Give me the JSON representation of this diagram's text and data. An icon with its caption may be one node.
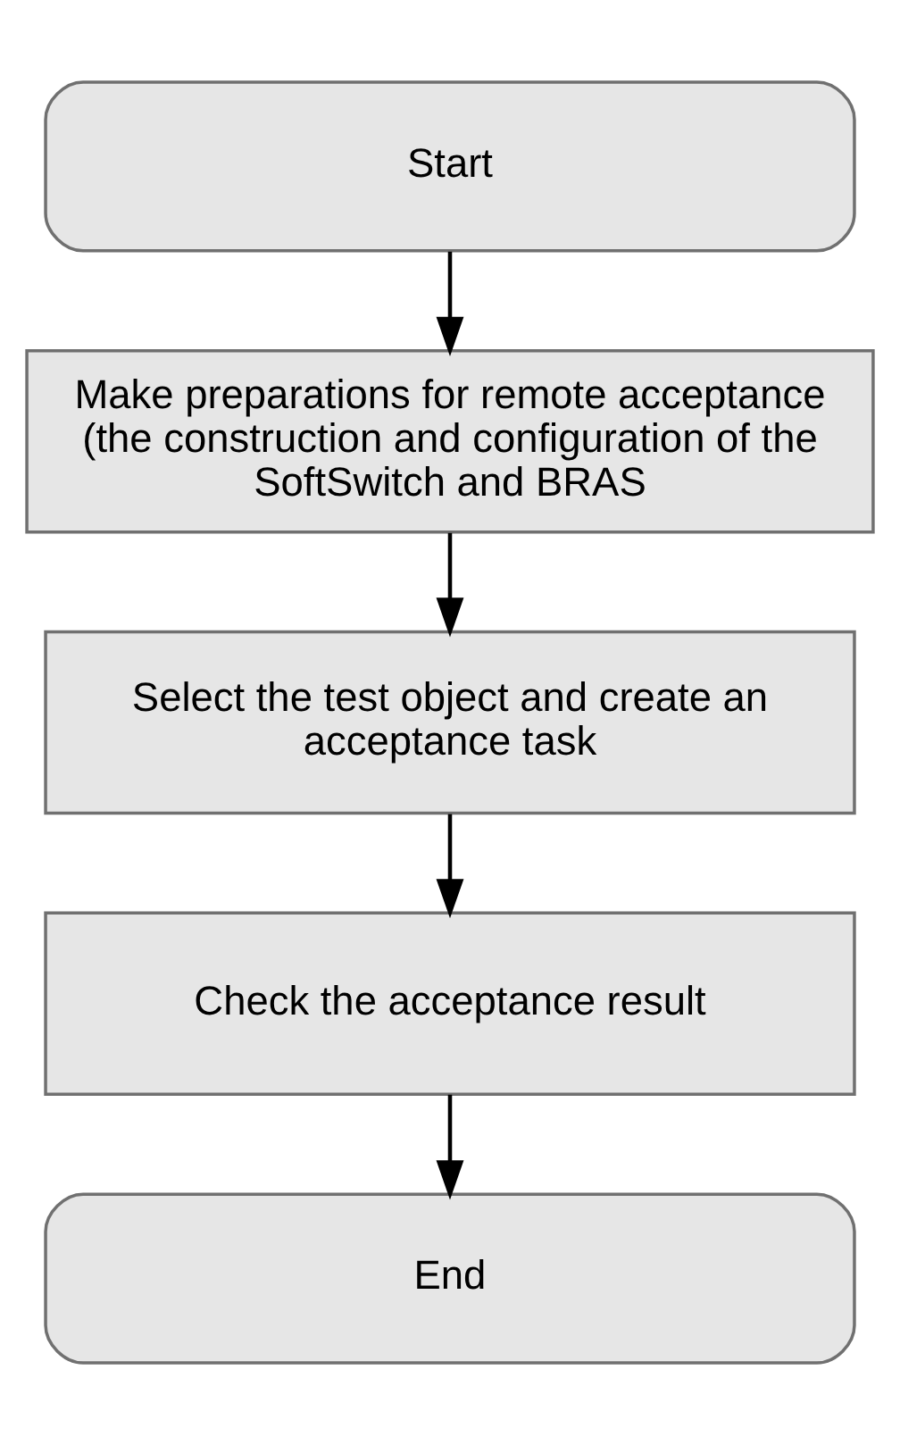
{
  "diagram": {
    "nodes": [
      {
        "text": [
          "Start"
        ]
      },
      {
        "text": [
          "Make preparations for remote acceptance (the construction and configuration of the SoftSwitch and BRAS"
        ]
      },
      {
        "text": [
          "Select the test object and create an acceptance task"
        ]
      },
      {
        "text": [
          "Check the acceptance result"
        ]
      },
      {
        "text": [
          "End"
        ]
      }
    ],
    "edges": [
      {
        "from": 0,
        "to": 1,
        "arrow": "to"
      },
      {
        "from": 1,
        "to": 2,
        "arrow": "to"
      },
      {
        "from": 2,
        "to": 3,
        "arrow": "to"
      },
      {
        "from": 3,
        "to": 4,
        "arrow": "to"
      }
    ]
  }
}
